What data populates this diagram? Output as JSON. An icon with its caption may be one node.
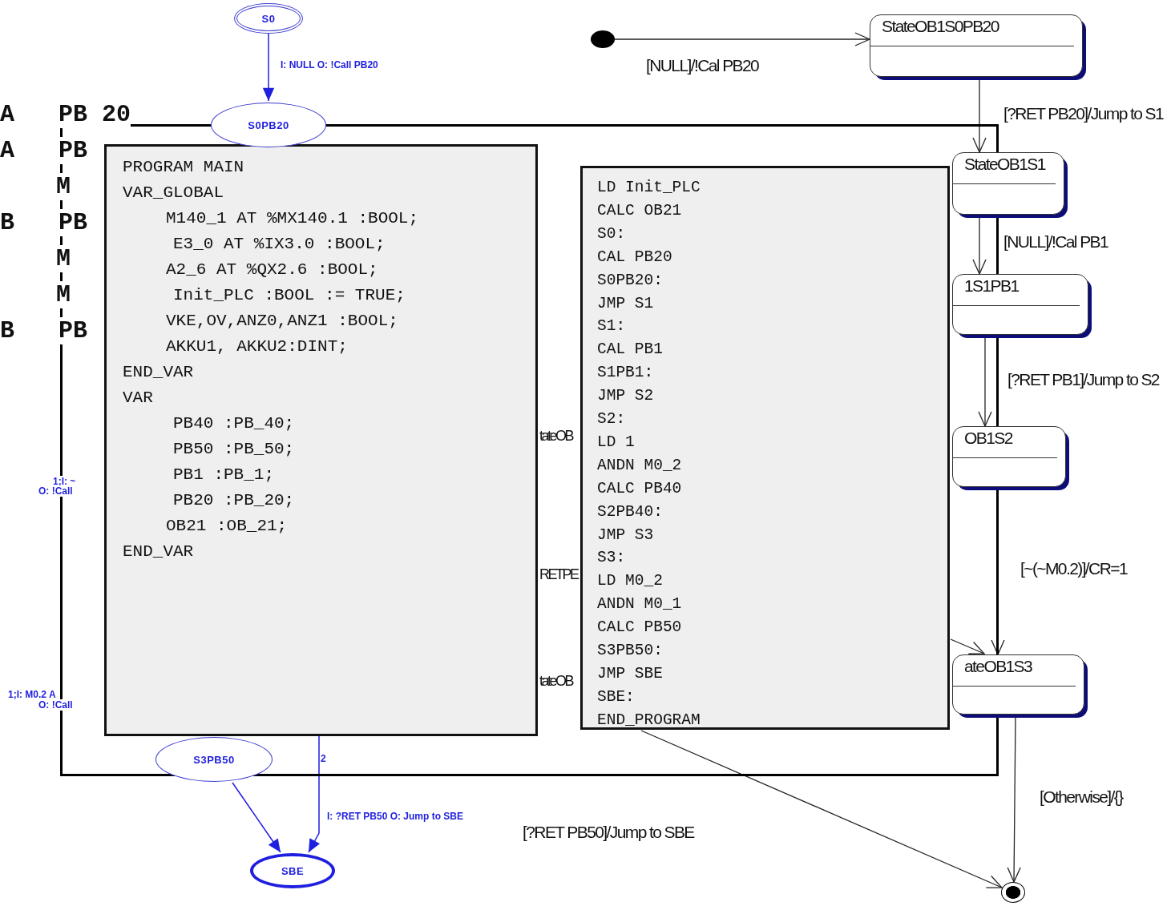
{
  "diagram": {
    "nodes": [
      {
        "text": [
          "S0"
        ]
      },
      {
        "text": [
          "S0PB20"
        ]
      },
      {
        "text": [
          "S3PB50"
        ]
      },
      {
        "text": [
          "SBE"
        ]
      },
      {
        "text": [],
        "shape": "circle"
      },
      {
        "text": [
          "StateOB1S0PB20"
        ]
      },
      {
        "text": [
          "StateOB1S1"
        ]
      },
      {
        "text": [
          "1S1PB1"
        ]
      },
      {
        "text": [
          "OB1S2"
        ]
      },
      {
        "text": [
          "ateOB1S3"
        ]
      },
      {
        "text": [],
        "shape": "circle"
      },
      {
        "text": [],
        "shape": "box"
      },
      {
        "text": [
          "PROGRAM MAIN",
          "VAR_GLOBAL",
          "M140_1 AT %MX140.1 :BOOL;",
          "E3_0 AT %IX3.0 :BOOL;",
          "A2_6 AT %QX2.6 :BOOL;",
          "Init_PLC :BOOL := TRUE;",
          "VKE,OV,ANZ0,ANZ1 :BOOL;",
          "AKKU1, AKKU2:DINT;",
          "END_VAR",
          "VAR",
          "PB40 :PB_40;",
          "PB50 :PB_50;",
          "PB1 :PB_1;",
          "PB20 :PB_20;",
          "OB21 :OB_21;",
          "END_VAR"
        ],
        "in": 11
      },
      {
        "text": [
          "LD Init_PLC",
          "CALC OB21",
          "S0:",
          "CAL PB20",
          "S0PB20:",
          "JMP S1",
          "S1:",
          "CAL PB1",
          "S1PB1:",
          "JMP S2",
          "S2:",
          "LD 1",
          "ANDN M0_2",
          "CALC PB40",
          "S2PB40:",
          "JMP S3",
          "S3:",
          "LD M0_2",
          "ANDN M0_1",
          "CALC PB50",
          "S3PB50:",
          "JMP SBE",
          "SBE:",
          "END_PROGRAM"
        ],
        "in": 11
      }
    ],
    "edges": [
      {
        "from": 0,
        "to": 1,
        "arrow": "to",
        "label": "I: NULL O: !Call PB20",
        "color": "#1f1fe0"
      },
      {
        "from": 4,
        "to": 5,
        "arrow": "to",
        "label": "[NULL]/!Cal PB20"
      },
      {
        "from": 5,
        "to": 6,
        "arrow": "to",
        "label": "[?RET PB20]/Jump to S1"
      },
      {
        "from": 6,
        "to": 7,
        "arrow": "to",
        "label": "[NULL]/!Cal PB1"
      },
      {
        "from": 7,
        "to": 8,
        "arrow": "to",
        "label": "[?RET PB1]/Jump to S2"
      },
      {
        "from": 11,
        "to": 9,
        "arrow": "to",
        "label": "[~(~M0.2)]/CR=1"
      },
      {
        "from": 13,
        "to": 9,
        "arrow": "to"
      },
      {
        "from": 9,
        "to": 10,
        "arrow": "to",
        "label": "[Otherwise]/{}"
      },
      {
        "from": 13,
        "to": 10,
        "arrow": "to",
        "label": "[?RET PB50]/Jump to SBE"
      },
      {
        "from": 2,
        "to": 3,
        "arrow": "to",
        "color": "#1f1fe0"
      },
      {
        "from": 12,
        "to": 3,
        "arrow": "to",
        "label": "I: ?RET PB50 O: Jump to SBE",
        "color": "#1f1fe0"
      }
    ],
    "labels": [
      "A",
      "PB 20",
      "A",
      "PB",
      "M",
      "B",
      "PB",
      "M",
      "M",
      "B",
      "PB",
      "1;I: ~",
      "O: !Call",
      "1;I: M0.2 A",
      "O: !Call",
      "tateOB",
      "RETPE",
      "tateOB",
      "2"
    ]
  }
}
